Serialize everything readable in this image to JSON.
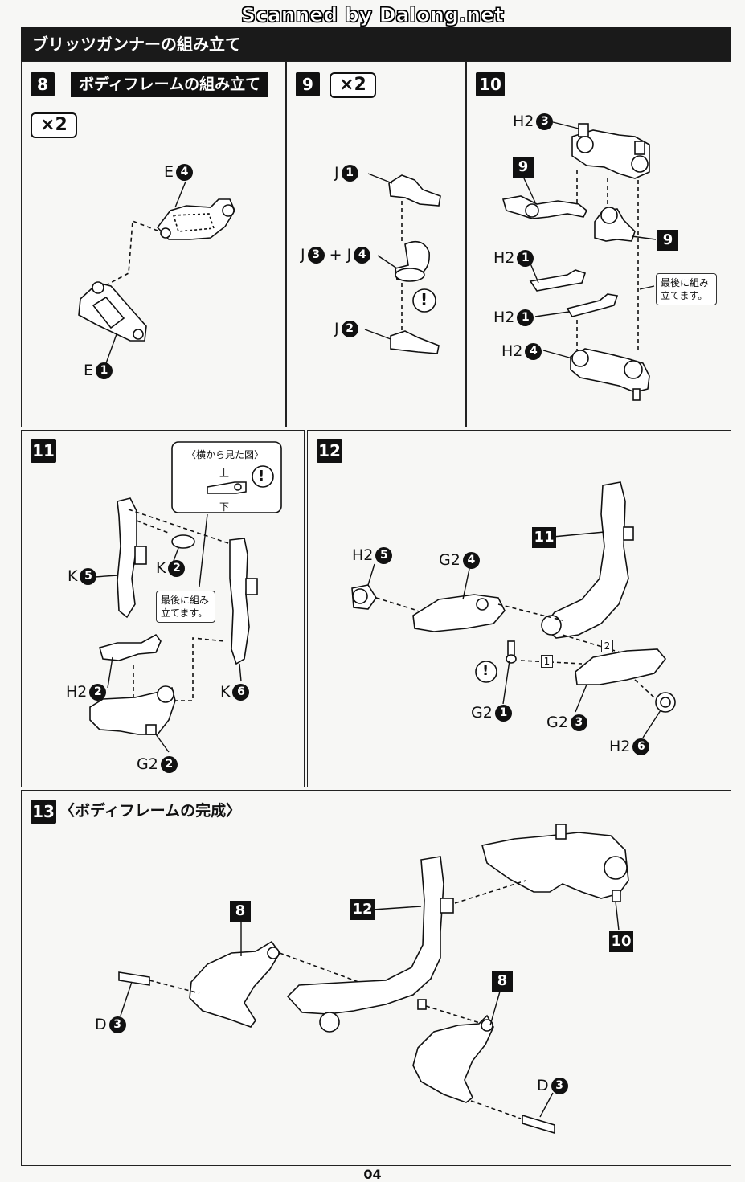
{
  "watermark": "Scanned by Dalong.net",
  "header": {
    "title": "ブリッツガンナーの組み立て"
  },
  "steps": {
    "s8": {
      "num": "8",
      "title": "ボディフレームの組み立て",
      "mult": "×2",
      "labels": {
        "e4": "E",
        "e4n": "4",
        "e1": "E",
        "e1n": "1"
      }
    },
    "s9": {
      "num": "9",
      "mult": "×2",
      "labels": {
        "j1": "J",
        "j1n": "1",
        "j34a": "J",
        "j34an": "3",
        "plus": "+",
        "j34b": "J",
        "j34bn": "4",
        "j2": "J",
        "j2n": "2"
      },
      "warn": "!"
    },
    "s10": {
      "num": "10",
      "labels": {
        "h2_3": "H2",
        "h2_3n": "3",
        "h2_1a": "H2",
        "h2_1an": "1",
        "h2_1b": "H2",
        "h2_1bn": "1",
        "h2_4": "H2",
        "h2_4n": "4"
      },
      "ref_a": "9",
      "ref_b": "9",
      "note": "最後に組み立てます。"
    },
    "s11": {
      "num": "11",
      "side_view_title": "〈横から見た図〉",
      "side_up": "上",
      "side_down": "下",
      "warn": "!",
      "note": "最後に組み立てます。",
      "labels": {
        "k5": "K",
        "k5n": "5",
        "k2": "K",
        "k2n": "2",
        "h2_2": "H2",
        "h2_2n": "2",
        "k6": "K",
        "k6n": "6",
        "g2_2": "G2",
        "g2_2n": "2"
      }
    },
    "s12": {
      "num": "12",
      "ref": "11",
      "warn": "!",
      "order1": "1",
      "order2": "2",
      "labels": {
        "h2_5": "H2",
        "h2_5n": "5",
        "g2_4": "G2",
        "g2_4n": "4",
        "g2_1": "G2",
        "g2_1n": "1",
        "g2_3": "G2",
        "g2_3n": "3",
        "h2_6": "H2",
        "h2_6n": "6"
      }
    },
    "s13": {
      "num": "13",
      "title": "〈ボディフレームの完成〉",
      "refs": {
        "r8a": "8",
        "r12": "12",
        "r10": "10",
        "r8b": "8"
      },
      "labels": {
        "d3a": "D",
        "d3an": "3",
        "d3b": "D",
        "d3bn": "3"
      }
    }
  },
  "page_number": "04"
}
